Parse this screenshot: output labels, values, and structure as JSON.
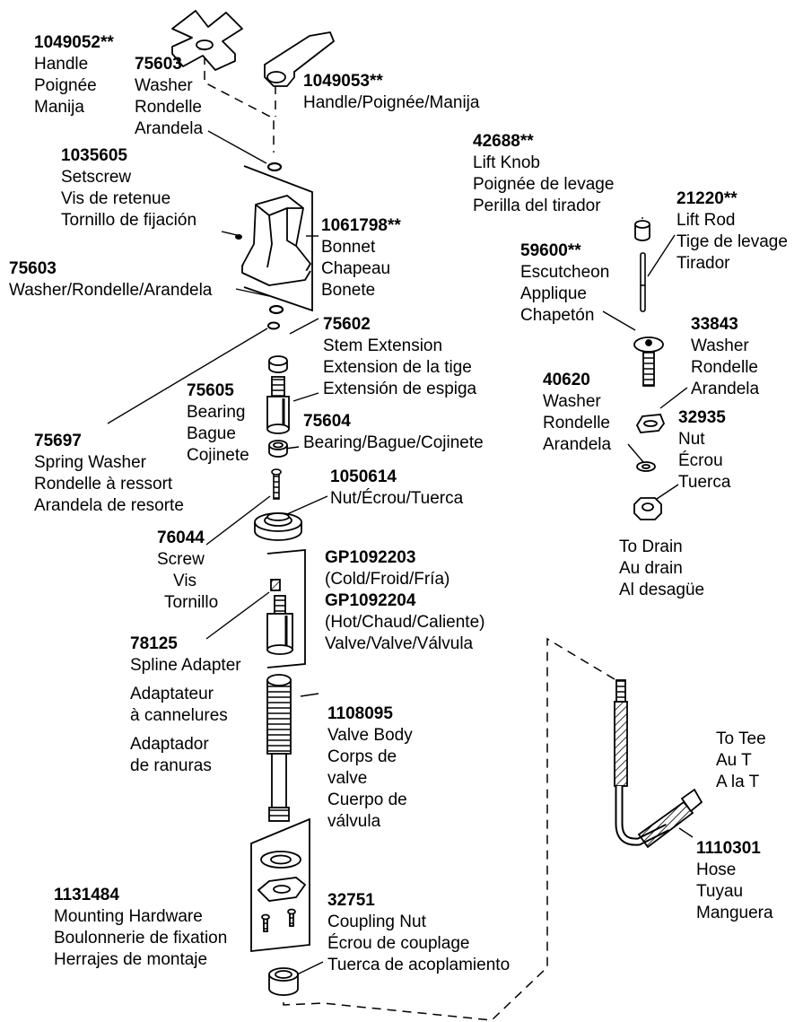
{
  "parts": [
    {
      "id": "handle-cross",
      "number": "1049052**",
      "lines": [
        "Handle",
        "Poignée",
        "Manija"
      ]
    },
    {
      "id": "washer-top",
      "number": "75603",
      "lines": [
        "Washer",
        "Rondelle",
        "Arandela"
      ]
    },
    {
      "id": "handle-lever",
      "number": "1049053**",
      "lines": [
        "Handle/Poignée/Manija"
      ]
    },
    {
      "id": "setscrew",
      "number": "1035605",
      "lines": [
        "Setscrew",
        "Vis de retenue",
        "Tornillo de fijación"
      ]
    },
    {
      "id": "bonnet",
      "number": "1061798**",
      "lines": [
        "Bonnet",
        "Chapeau",
        "Bonete"
      ]
    },
    {
      "id": "washer-mid",
      "number": "75603",
      "lines": [
        "Washer/Rondelle/Arandela"
      ]
    },
    {
      "id": "stem-extension",
      "number": "75602",
      "lines": [
        "Stem Extension",
        "Extension de la tige",
        "Extensión de espiga"
      ]
    },
    {
      "id": "bearing-upper",
      "number": "75605",
      "lines": [
        "Bearing",
        "Bague",
        "Cojinete"
      ]
    },
    {
      "id": "spring-washer",
      "number": "75697",
      "lines": [
        "Spring Washer",
        "Rondelle à ressort",
        "Arandela de resorte"
      ]
    },
    {
      "id": "bearing-lower",
      "number": "75604",
      "lines": [
        "Bearing/Bague/Cojinete"
      ]
    },
    {
      "id": "nut-1050614",
      "number": "1050614",
      "lines": [
        "Nut/Écrou/Tuerca"
      ]
    },
    {
      "id": "screw",
      "number": "76044",
      "lines": [
        "Screw",
        "Vis",
        "Tornillo"
      ]
    },
    {
      "id": "valve",
      "number": "GP1092203",
      "lines": [
        "(Cold/Froid/Fría)"
      ],
      "number2": "GP1092204",
      "lines2": [
        "(Hot/Chaud/Caliente)",
        "Valve/Valve/Válvula"
      ]
    },
    {
      "id": "spline-adapter",
      "number": "78125",
      "lines": [
        "Spline Adapter",
        "Adaptateur",
        "à cannelures",
        "Adaptador",
        "de ranuras"
      ]
    },
    {
      "id": "valve-body",
      "number": "1108095",
      "lines": [
        "Valve Body",
        "Corps de",
        "valve",
        "Cuerpo de",
        "válvula"
      ]
    },
    {
      "id": "mounting-hardware",
      "number": "1131484",
      "lines": [
        "Mounting Hardware",
        "Boulonnerie de fixation",
        "Herrajes de montaje"
      ]
    },
    {
      "id": "coupling-nut",
      "number": "32751",
      "lines": [
        "Coupling Nut",
        "Écrou de couplage",
        "Tuerca de acoplamiento"
      ]
    },
    {
      "id": "lift-knob",
      "number": "42688**",
      "lines": [
        "Lift Knob",
        "Poignée de levage",
        "Perilla del tirador"
      ]
    },
    {
      "id": "lift-rod",
      "number": "21220**",
      "lines": [
        "Lift Rod",
        "Tige de levage",
        "Tirador"
      ]
    },
    {
      "id": "escutcheon",
      "number": "59600**",
      "lines": [
        "Escutcheon",
        "Applique",
        "Chapetón"
      ]
    },
    {
      "id": "washer-33843",
      "number": "33843",
      "lines": [
        "Washer",
        "Rondelle",
        "Arandela"
      ]
    },
    {
      "id": "washer-40620",
      "number": "40620",
      "lines": [
        "Washer",
        "Rondelle",
        "Arandela"
      ]
    },
    {
      "id": "nut-32935",
      "number": "32935",
      "lines": [
        "Nut",
        "Écrou",
        "Tuerca"
      ]
    },
    {
      "id": "hose",
      "number": "1110301",
      "lines": [
        "Hose",
        "Tuyau",
        "Manguera"
      ]
    }
  ],
  "notes": [
    {
      "id": "to-drain",
      "lines": [
        "To Drain",
        "Au drain",
        "Al desagüe"
      ]
    },
    {
      "id": "to-tee",
      "lines": [
        "To Tee",
        "Au T",
        "A la T"
      ]
    }
  ]
}
